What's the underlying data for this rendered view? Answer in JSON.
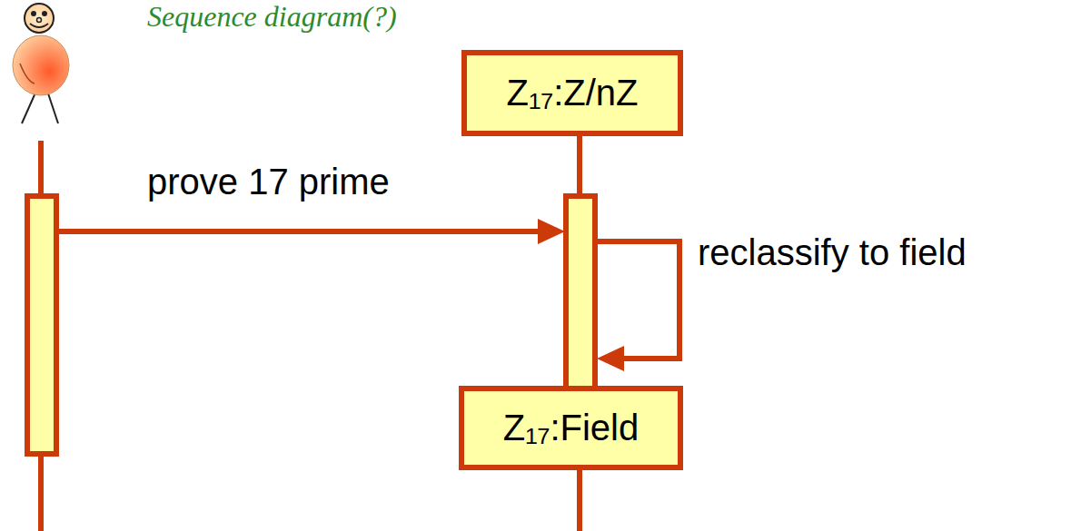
{
  "diagram": {
    "title": "Sequence diagram(?)",
    "nodes": [
      {
        "text": [
          "Z₁₇:Z/nZ"
        ]
      },
      {
        "text": [
          "Z₁₇:Field"
        ]
      }
    ],
    "labels": [
      "prove 17 prime",
      "reclassify to field"
    ]
  }
}
